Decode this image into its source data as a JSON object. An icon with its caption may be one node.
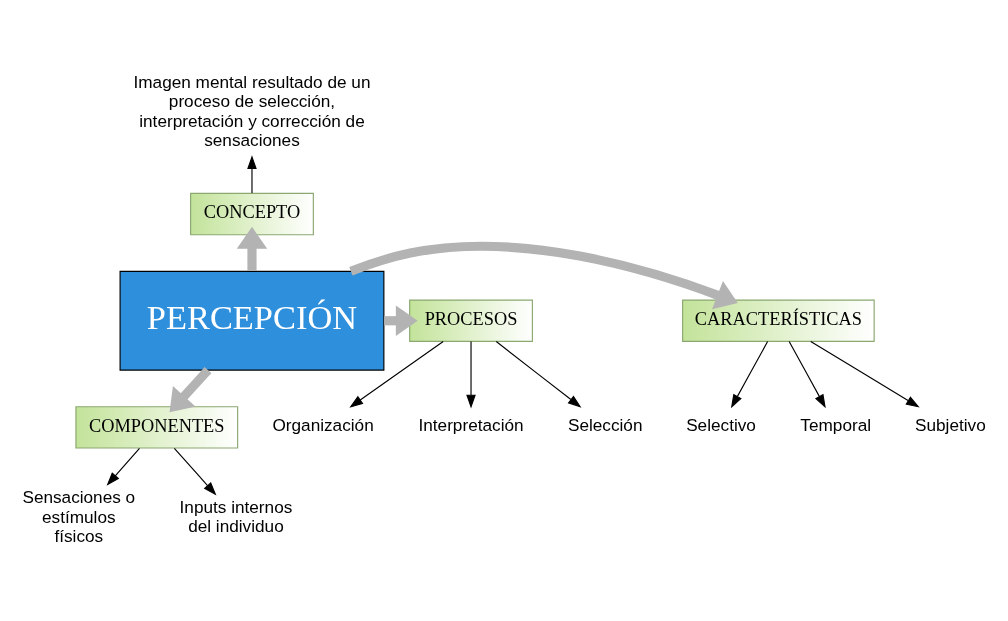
{
  "diagram": {
    "nodes": [
      {
        "text": [
          "PERCEPCIÓN"
        ]
      },
      {
        "text": [
          "CONCEPTO"
        ]
      },
      {
        "text": [
          "Imagen mental resultado de un proceso de selección, interpretación y corrección de sensaciones"
        ]
      },
      {
        "text": [
          "CARACTERÍSTICAS"
        ]
      },
      {
        "text": [
          "Subjetivo"
        ]
      },
      {
        "text": [
          "Selectivo"
        ]
      },
      {
        "text": [
          "Temporal"
        ]
      },
      {
        "text": [
          "PROCESOS"
        ]
      },
      {
        "text": [
          "Selección"
        ]
      },
      {
        "text": [
          "Organización"
        ]
      },
      {
        "text": [
          "Interpretación"
        ]
      },
      {
        "text": [
          "COMPONENTES"
        ]
      },
      {
        "text": [
          "Sensaciones o estímulos físicos"
        ]
      },
      {
        "text": [
          "Inputs internos del individuo"
        ]
      }
    ],
    "edges": [
      {
        "from": 0,
        "to": 1,
        "arrow": "to",
        "style": "thick",
        "color": "#b3b3b3"
      },
      {
        "from": 0,
        "to": 3,
        "arrow": "to",
        "style": "thick",
        "color": "#b3b3b3"
      },
      {
        "from": 0,
        "to": 7,
        "arrow": "to",
        "style": "thick",
        "color": "#b3b3b3"
      },
      {
        "from": 0,
        "to": 11,
        "arrow": "to",
        "style": "thick",
        "color": "#b3b3b3"
      },
      {
        "from": 1,
        "to": 2,
        "arrow": "to"
      },
      {
        "from": 3,
        "to": 4,
        "arrow": "to"
      },
      {
        "from": 3,
        "to": 5,
        "arrow": "to"
      },
      {
        "from": 3,
        "to": 6,
        "arrow": "to"
      },
      {
        "from": 7,
        "to": 8,
        "arrow": "to"
      },
      {
        "from": 7,
        "to": 9,
        "arrow": "to"
      },
      {
        "from": 7,
        "to": 10,
        "arrow": "to"
      },
      {
        "from": 11,
        "to": 12,
        "arrow": "to"
      },
      {
        "from": 11,
        "to": 13,
        "arrow": "to"
      }
    ]
  }
}
